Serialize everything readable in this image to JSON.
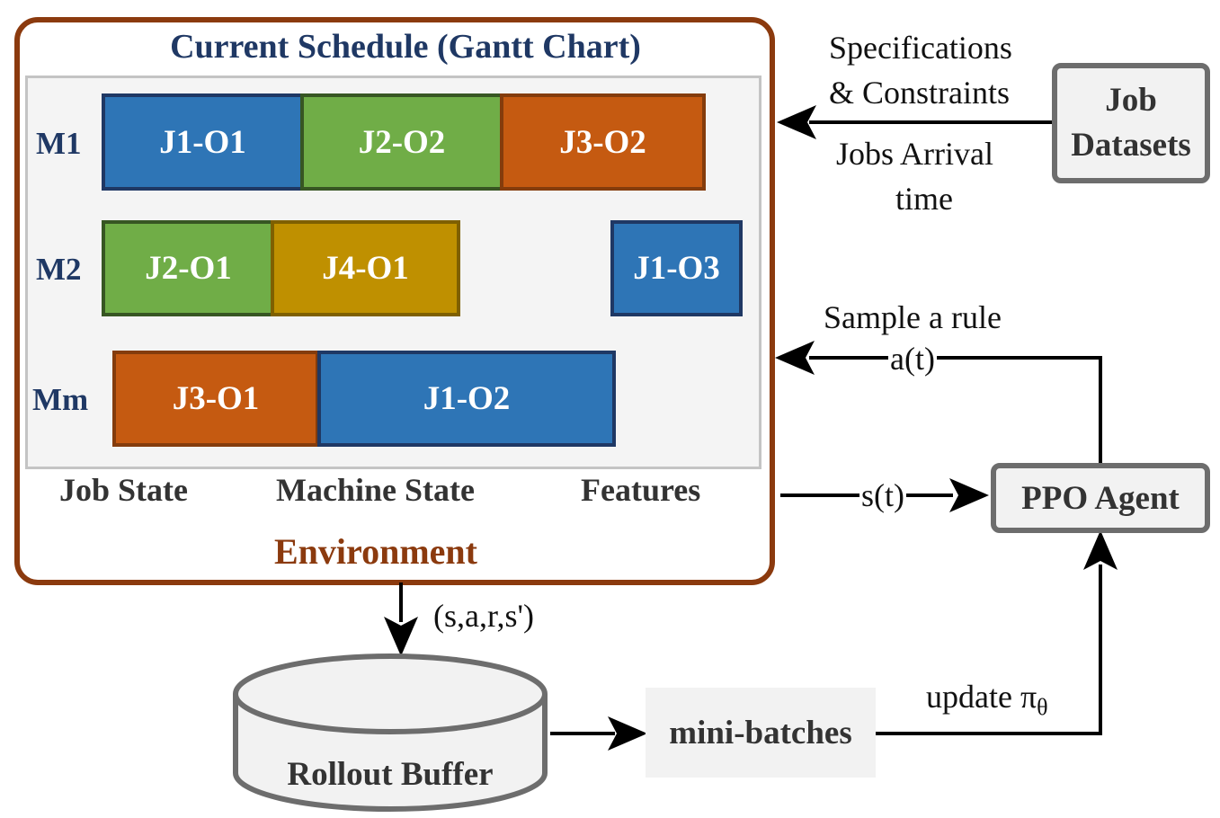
{
  "environment": {
    "title": "Current Schedule (Gantt Chart)",
    "label": "Environment",
    "machines": [
      {
        "label": "M1",
        "ops": [
          "J1-O1",
          "J2-O2",
          "J3-O2"
        ]
      },
      {
        "label": "M2",
        "ops": [
          "J2-O1",
          "J4-O1",
          "J1-O3"
        ]
      },
      {
        "label": "Mm",
        "ops": [
          "J3-O1",
          "J1-O2"
        ]
      }
    ],
    "state_labels": [
      "Job State",
      "Machine State",
      "Features"
    ]
  },
  "job_datasets": {
    "label_line1": "Job",
    "label_line2": "Datasets"
  },
  "inputs": {
    "spec_line1": "Specifications",
    "spec_line2": "& Constraints",
    "arrival_line1": "Jobs Arrival",
    "arrival_line2": "time"
  },
  "agent": {
    "label": "PPO Agent",
    "sample_rule": "Sample a rule",
    "action": "a(t)",
    "state": "s(t)",
    "update_text": "update π",
    "update_subscript": "θ"
  },
  "buffer": {
    "label": "Rollout Buffer",
    "transition": "(s,a,r,s')"
  },
  "minibatches": {
    "label": "mini-batches"
  },
  "colors": {
    "env_border": "#8B3A0E",
    "title": "#1F3864",
    "blue": "#2E75B6",
    "green": "#70AD47",
    "orange": "#C55A11",
    "gold": "#BF9000",
    "gray_border": "#6d6d6d"
  }
}
